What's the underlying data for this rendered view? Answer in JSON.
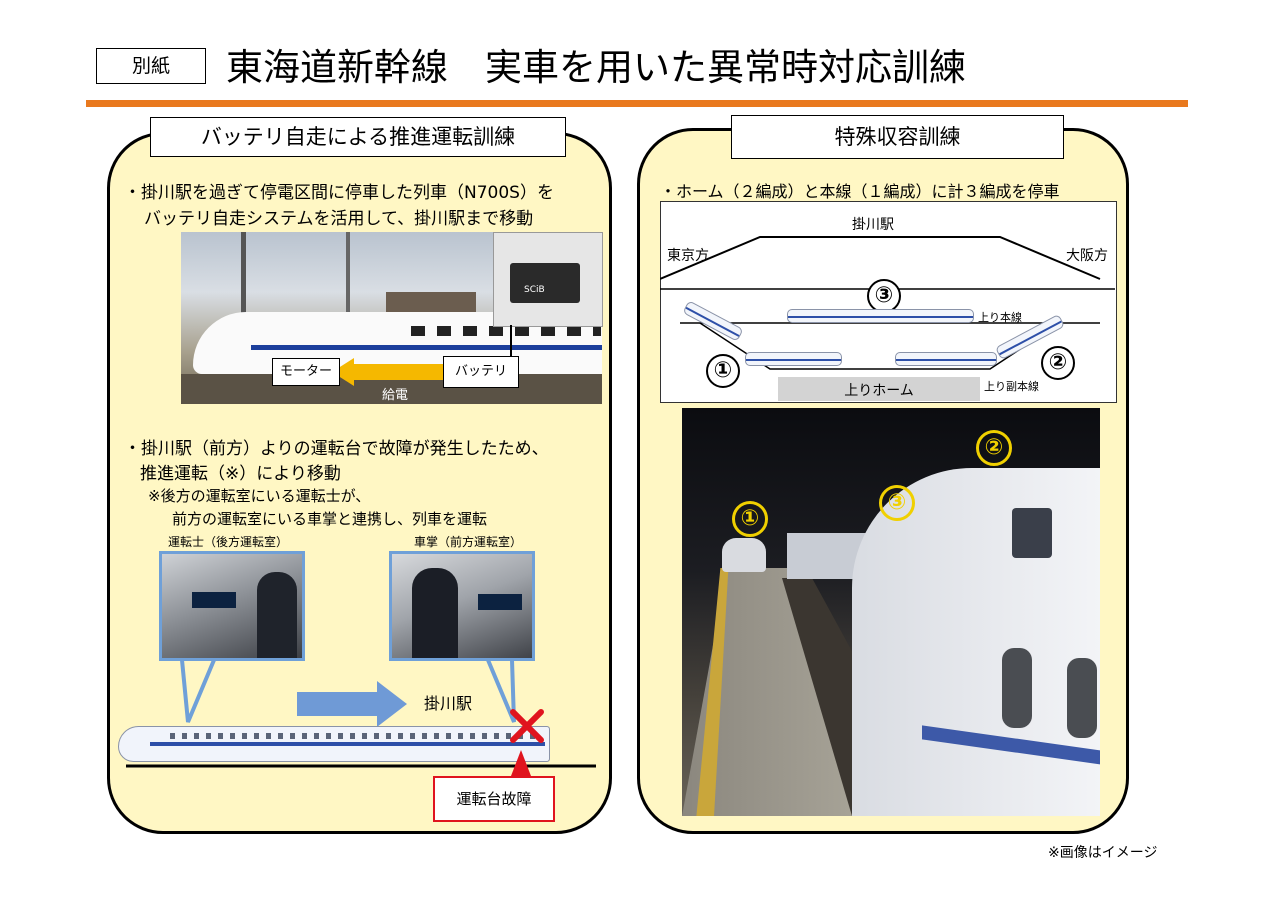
{
  "header": {
    "tag": "別紙",
    "title": "東海道新幹線　実車を用いた異常時対応訓練",
    "accent_color": "#e9791e"
  },
  "left": {
    "heading": "バッテリ自走による推進運転訓練",
    "bullet1": [
      "・掛川駅を過ぎて停電区間に停車した列車（N700S）を",
      "バッテリ自走システムを活用して、掛川駅まで移動"
    ],
    "photo_labels": {
      "motor": "モーター",
      "battery": "バッテリ",
      "feed": "給電",
      "battery_tag": "SCiB"
    },
    "bullet2": [
      "・掛川駅（前方）よりの運転台で故障が発生したため、",
      "推進運転（※）により移動"
    ],
    "note": [
      "※後方の運転室にいる運転士が、",
      "前方の運転室にいる車掌と連携し、列車を運転"
    ],
    "driver_label": "運転士（後方運転室）",
    "conductor_label": "車掌（前方運転室）",
    "station_label": "掛川駅",
    "failure_label": "運転台故障"
  },
  "right": {
    "heading": "特殊収容訓練",
    "bullet": "・ホーム（２編成）と本線（１編成）に計３編成を停車",
    "diagram": {
      "station": "掛川駅",
      "tokyo": "東京方",
      "osaka": "大阪方",
      "main_line": "上り本線",
      "sub_line": "上り副本線",
      "platform": "上りホーム",
      "n1": "①",
      "n2": "②",
      "n3": "③"
    }
  },
  "footer_note": "※画像はイメージ"
}
